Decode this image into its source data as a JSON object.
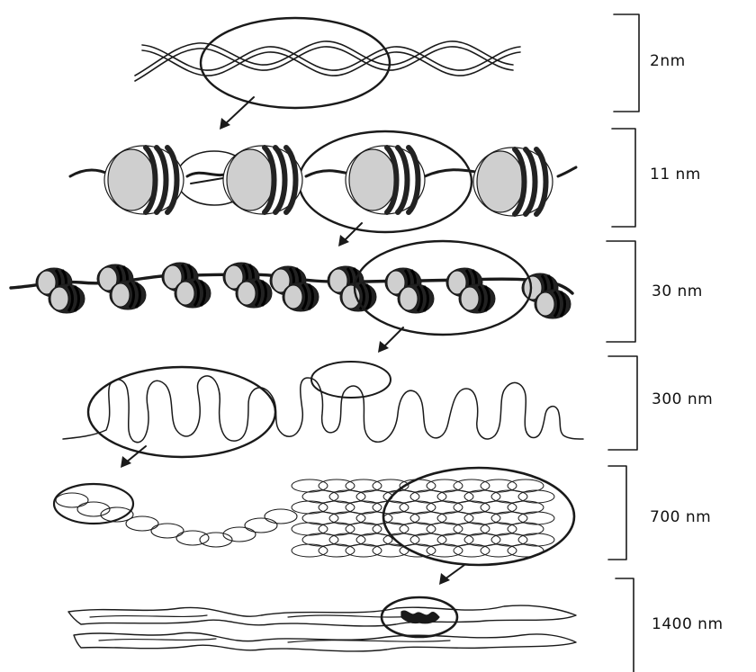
{
  "levels": [
    {
      "scale": "2nm"
    },
    {
      "scale": "11 nm"
    },
    {
      "scale": "30 nm"
    },
    {
      "scale": "300 nm"
    },
    {
      "scale": "700 nm"
    },
    {
      "scale": "1400 nm"
    }
  ],
  "colors": {
    "ink": "#1a1a1a",
    "nucleosome_fill": "#cfcfcf",
    "nucleosome_dark": "#222222"
  }
}
